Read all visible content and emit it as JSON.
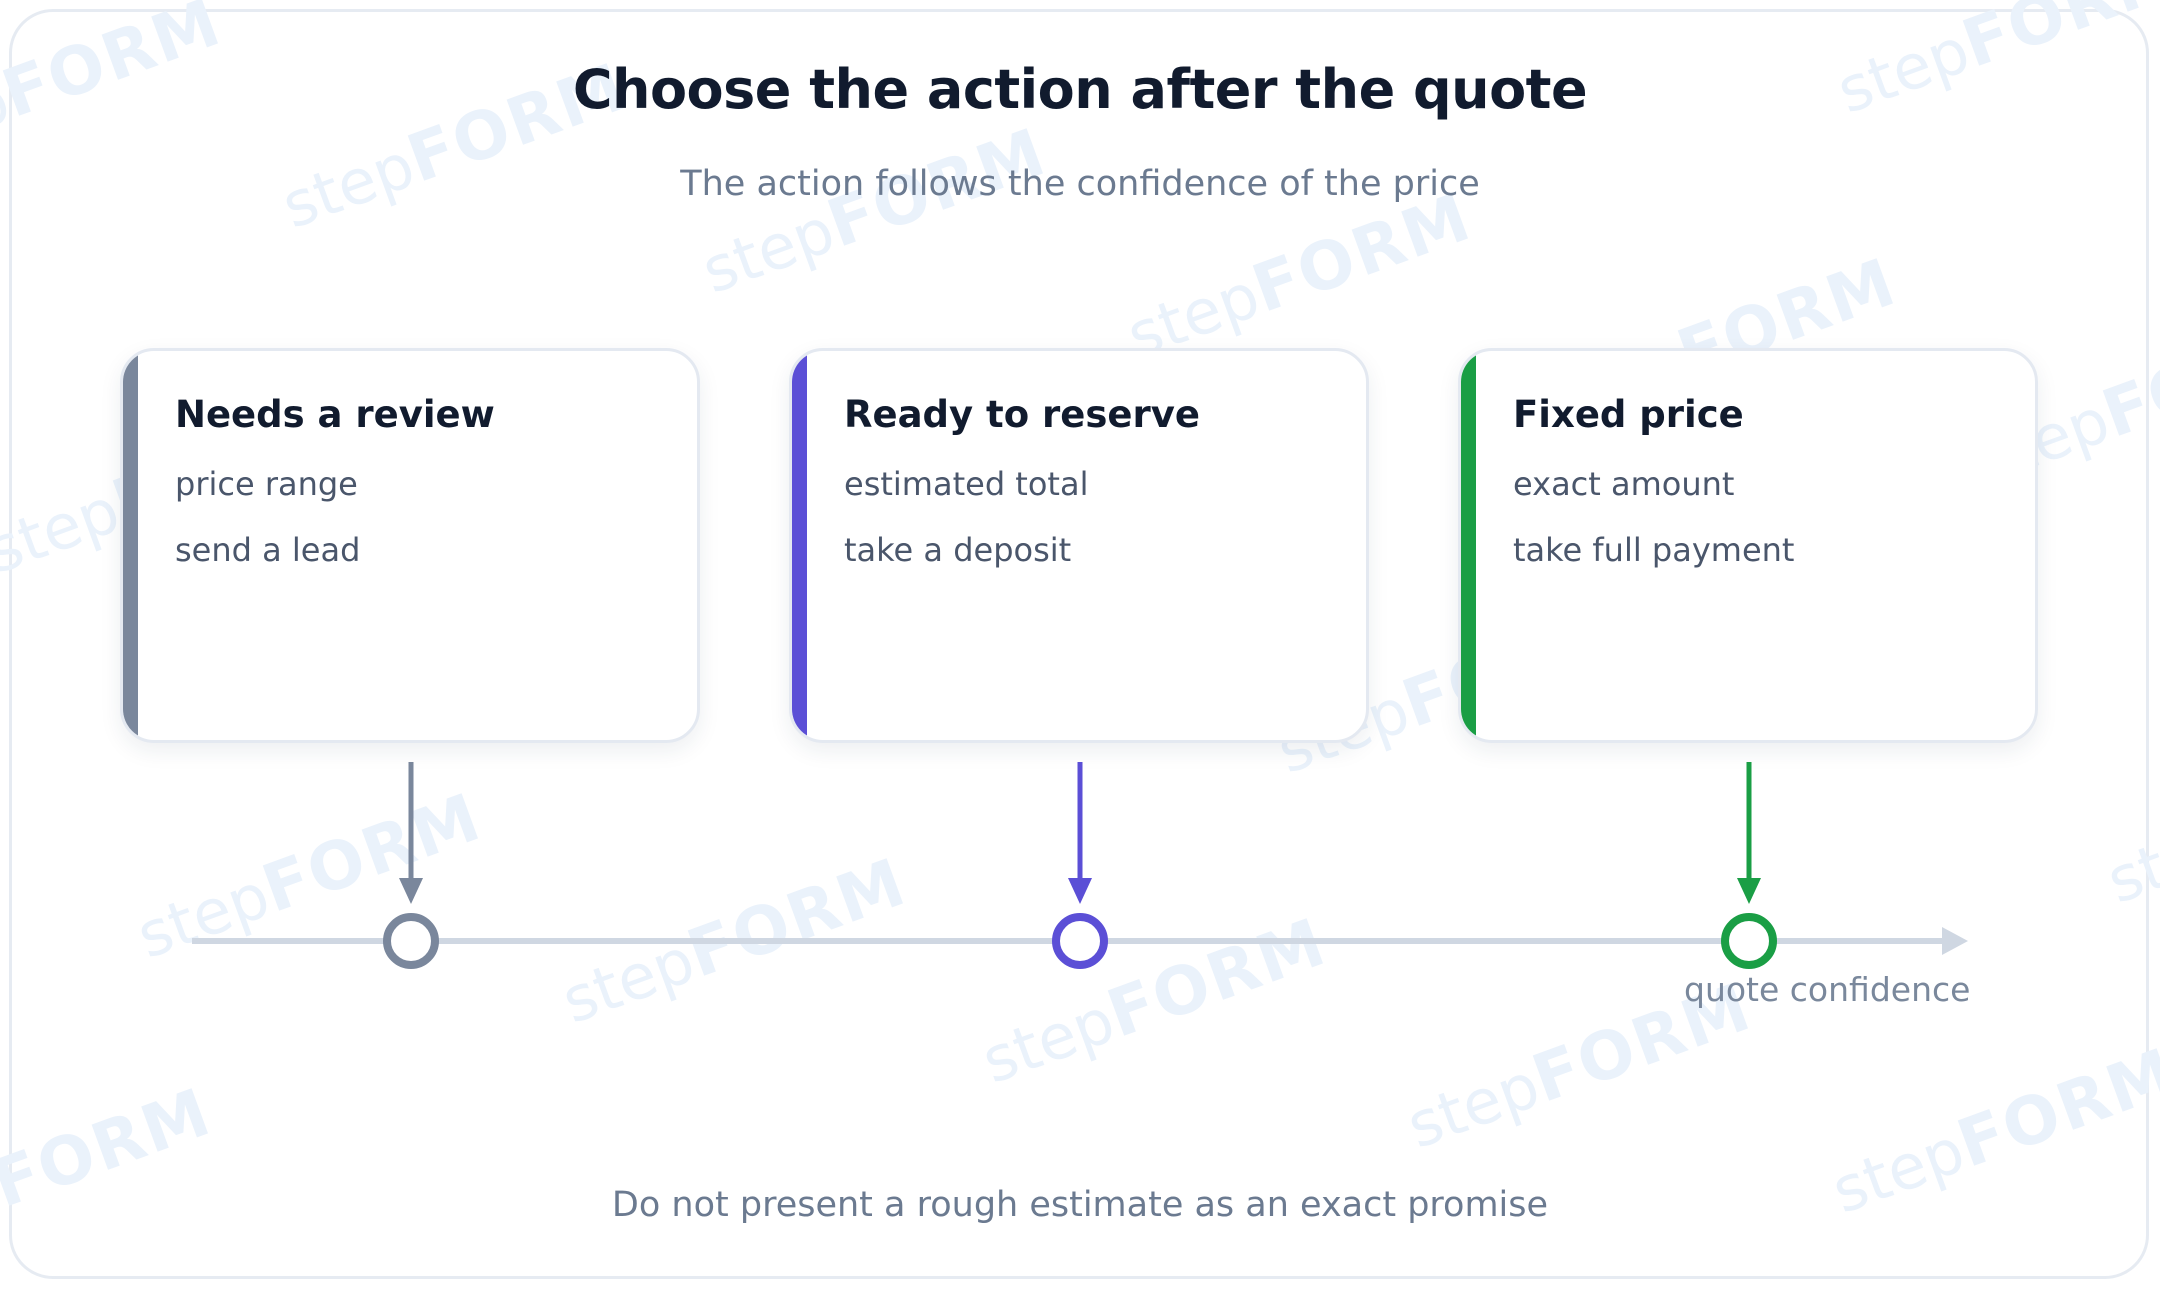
{
  "title": "Choose the action after the quote",
  "subtitle": "The action follows the confidence of the price",
  "footnote": "Do not present a rough estimate as an exact promise",
  "watermark_text": "stepFORM",
  "axis_label": "quote confidence",
  "colors": {
    "review": "#7a879c",
    "reserve": "#5b4fd6",
    "fixed": "#1a9e45",
    "axis": "#cfd7e2"
  },
  "cards": [
    {
      "title": "Needs a review",
      "line1": "price range",
      "line2": "send a lead"
    },
    {
      "title": "Ready to reserve",
      "line1": "estimated total",
      "line2": "take a deposit"
    },
    {
      "title": "Fixed price",
      "line1": "exact amount",
      "line2": "take full payment"
    }
  ]
}
